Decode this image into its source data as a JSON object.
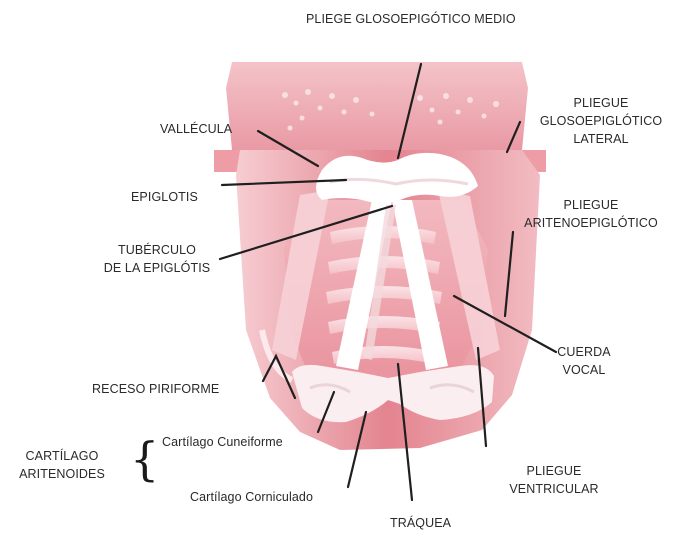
{
  "labels": {
    "pliegue_glosoepigotico_medio": "PLIEGE GLOSOEPIGÓTICO MEDIO",
    "vallecula": "VALLÉCULA",
    "epiglotis": "EPIGLOTIS",
    "tuberculo_l1": "TUBÉRCULO",
    "tuberculo_l2": "DE LA EPIGLÓTIS",
    "receso_piriforme": "RECESO PIRIFORME",
    "cartilago_aritenoides_l1": "CARTÍLAGO",
    "cartilago_aritenoides_l2": "ARITENOIDES",
    "cartilago_cuneiforme": "Cartílago Cuneiforme",
    "cartilago_corniculado": "Cartílago Corniculado",
    "traquea": "TRÁQUEA",
    "pliegue_lateral_l1": "PLIEGUE",
    "pliegue_lateral_l2": "GLOSOEPIGLÓTICO",
    "pliegue_lateral_l3": "LATERAL",
    "pliegue_ariteno_l1": "PLIEGUE",
    "pliegue_ariteno_l2": "ARITENOEPIGLÓTICO",
    "cuerda_vocal_l1": "CUERDA",
    "cuerda_vocal_l2": "VOCAL",
    "pliegue_ventricular_l1": "PLIEGUE",
    "pliegue_ventricular_l2": "VENTRICULAR"
  },
  "brace_glyph": "{",
  "colors": {
    "tissue_dark": "#e28a95",
    "tissue_mid": "#eea6ae",
    "tissue_light": "#f6cfd4",
    "cartilage": "#fbeff1",
    "leader_line": "#1f1f1f",
    "text": "#2a2a2a"
  }
}
